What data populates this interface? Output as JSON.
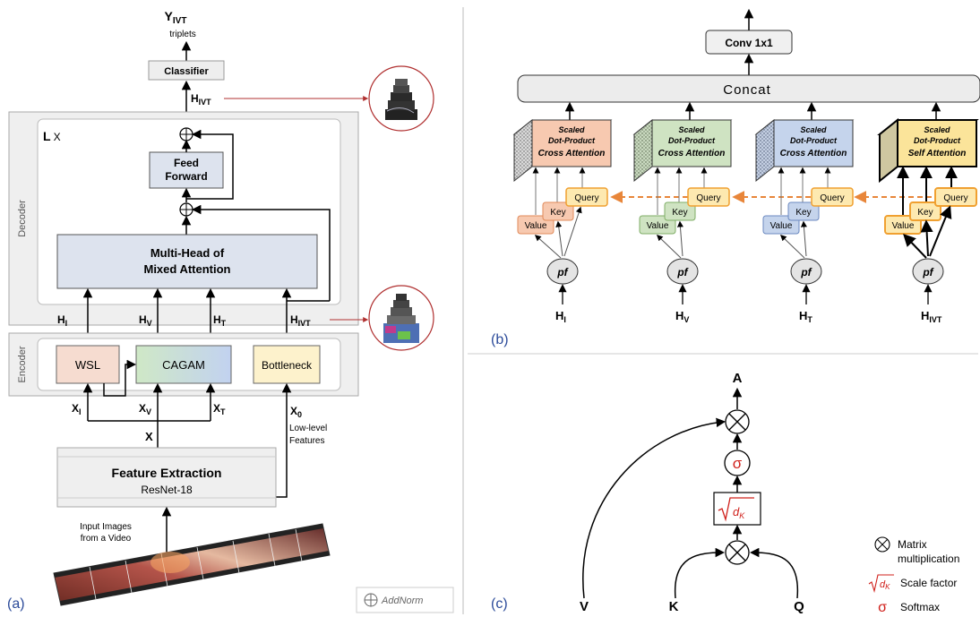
{
  "panel_a": {
    "label": "(a)",
    "output": {
      "symbol": "Y",
      "subscript": "IVT",
      "caption": "triplets"
    },
    "classifier": "Classifier",
    "h_ivt_top": {
      "symbol": "H",
      "subscript": "IVT"
    },
    "decoder_label": "Decoder",
    "lx": {
      "l": "L",
      "x": "X"
    },
    "feed_forward": [
      "Feed",
      "Forward"
    ],
    "mha": [
      "Multi-Head of",
      "Mixed Attention"
    ],
    "h_labels": [
      {
        "symbol": "H",
        "subscript": "I"
      },
      {
        "symbol": "H",
        "subscript": "V"
      },
      {
        "symbol": "H",
        "subscript": "T"
      },
      {
        "symbol": "H",
        "subscript": "IVT"
      }
    ],
    "encoder_label": "Encoder",
    "wsl": "WSL",
    "cagam": "CAGAM",
    "bottleneck": "Bottleneck",
    "x_labels": [
      {
        "symbol": "X",
        "subscript": "I"
      },
      {
        "symbol": "X",
        "subscript": "V"
      },
      {
        "symbol": "X",
        "subscript": "T"
      },
      {
        "symbol": "X",
        "subscript": "0"
      }
    ],
    "low_level": [
      "Low-level",
      "Features"
    ],
    "x_main": "X",
    "feature_extraction": "Feature Extraction",
    "resnet": "ResNet-18",
    "input_caption": [
      "Input Images",
      "from a Video"
    ],
    "addnorm_legend": "AddNorm",
    "colors": {
      "accent_red": "#c0392b",
      "box_gray": "#dde3ee",
      "wsl": "#f6dcd0",
      "bottleneck": "#fdf2cc"
    }
  },
  "panel_b": {
    "label": "(b)",
    "conv": "Conv 1x1",
    "concat": "Concat",
    "modules": [
      {
        "title": [
          "Scaled",
          "Dot-Product",
          "Cross Attention"
        ],
        "color": "#f7c9b0",
        "input": {
          "symbol": "H",
          "subscript": "I"
        }
      },
      {
        "title": [
          "Scaled",
          "Dot-Product",
          "Cross Attention"
        ],
        "color": "#cfe3c2",
        "input": {
          "symbol": "H",
          "subscript": "V"
        }
      },
      {
        "title": [
          "Scaled",
          "Dot-Product",
          "Cross Attention"
        ],
        "color": "#c5d4ec",
        "input": {
          "symbol": "H",
          "subscript": "T"
        }
      },
      {
        "title": [
          "Scaled",
          "Dot-Product",
          "Self Attention"
        ],
        "color": "#fbe49a",
        "input": {
          "symbol": "H",
          "subscript": "IVT"
        }
      }
    ],
    "value": "Value",
    "key": "Key",
    "query": "Query",
    "pf": "pf",
    "colors": {
      "query_border": "#f0a030",
      "dash": "#e8863a"
    }
  },
  "panel_c": {
    "label": "(c)",
    "a": "A",
    "sigma": "σ",
    "scale_symbol": "√d_K",
    "v": "V",
    "k": "K",
    "q": "Q",
    "legend": {
      "matrix": [
        "Matrix",
        "multiplication"
      ],
      "scale": "Scale factor",
      "softmax": "Softmax"
    }
  }
}
